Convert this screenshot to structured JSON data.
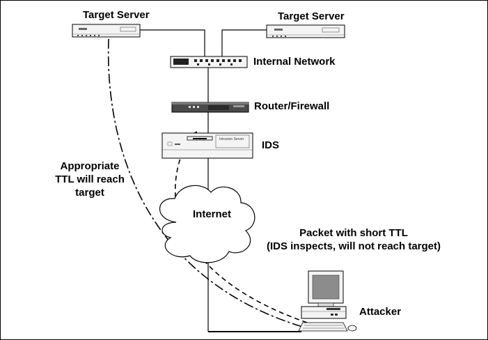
{
  "diagram": {
    "labels": {
      "target_server_left": "Target Server",
      "target_server_right": "Target Server",
      "internal_network": "Internal Network",
      "router_firewall": "Router/Firewall",
      "ids": "IDS",
      "internet": "Internet",
      "attacker": "Attacker",
      "appropriate_ttl": [
        "Appropriate",
        "TTL will reach",
        "target"
      ],
      "short_ttl": [
        "Packet with short TTL",
        "(IDS inspects, will not reach target)"
      ]
    },
    "device_text": {
      "ids_panel": "Intrusion Server"
    },
    "colors": {
      "stroke": "#000000",
      "device_fill": "#f4f4f4",
      "router_fill": "#4a4a4a",
      "monitor_screen": "#8c8c8c"
    },
    "icons": [
      "server-icon",
      "network-switch-icon",
      "router-firewall-icon",
      "ids-appliance-icon",
      "internet-cloud-icon",
      "attacker-workstation-icon"
    ]
  }
}
